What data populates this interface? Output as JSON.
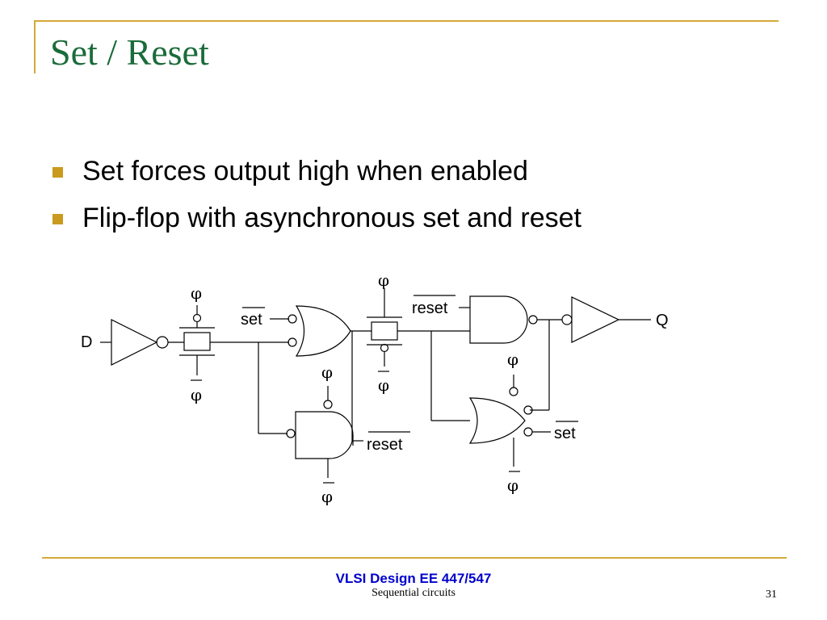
{
  "slide": {
    "title": "Set / Reset",
    "bullets": [
      "Set forces output high when enabled",
      "Flip-flop with asynchronous set and reset"
    ]
  },
  "diagram": {
    "labels": {
      "input": "D",
      "output": "Q",
      "set": "set",
      "reset": "reset",
      "phi": "φ"
    }
  },
  "footer": {
    "course": "VLSI Design EE 447/547",
    "topic": "Sequential circuits",
    "page": "31"
  },
  "colors": {
    "title": "#1a6b3a",
    "accent_rule": "#d4a937",
    "bullet_marker": "#c99a1e",
    "footer_course": "#0000cc"
  }
}
